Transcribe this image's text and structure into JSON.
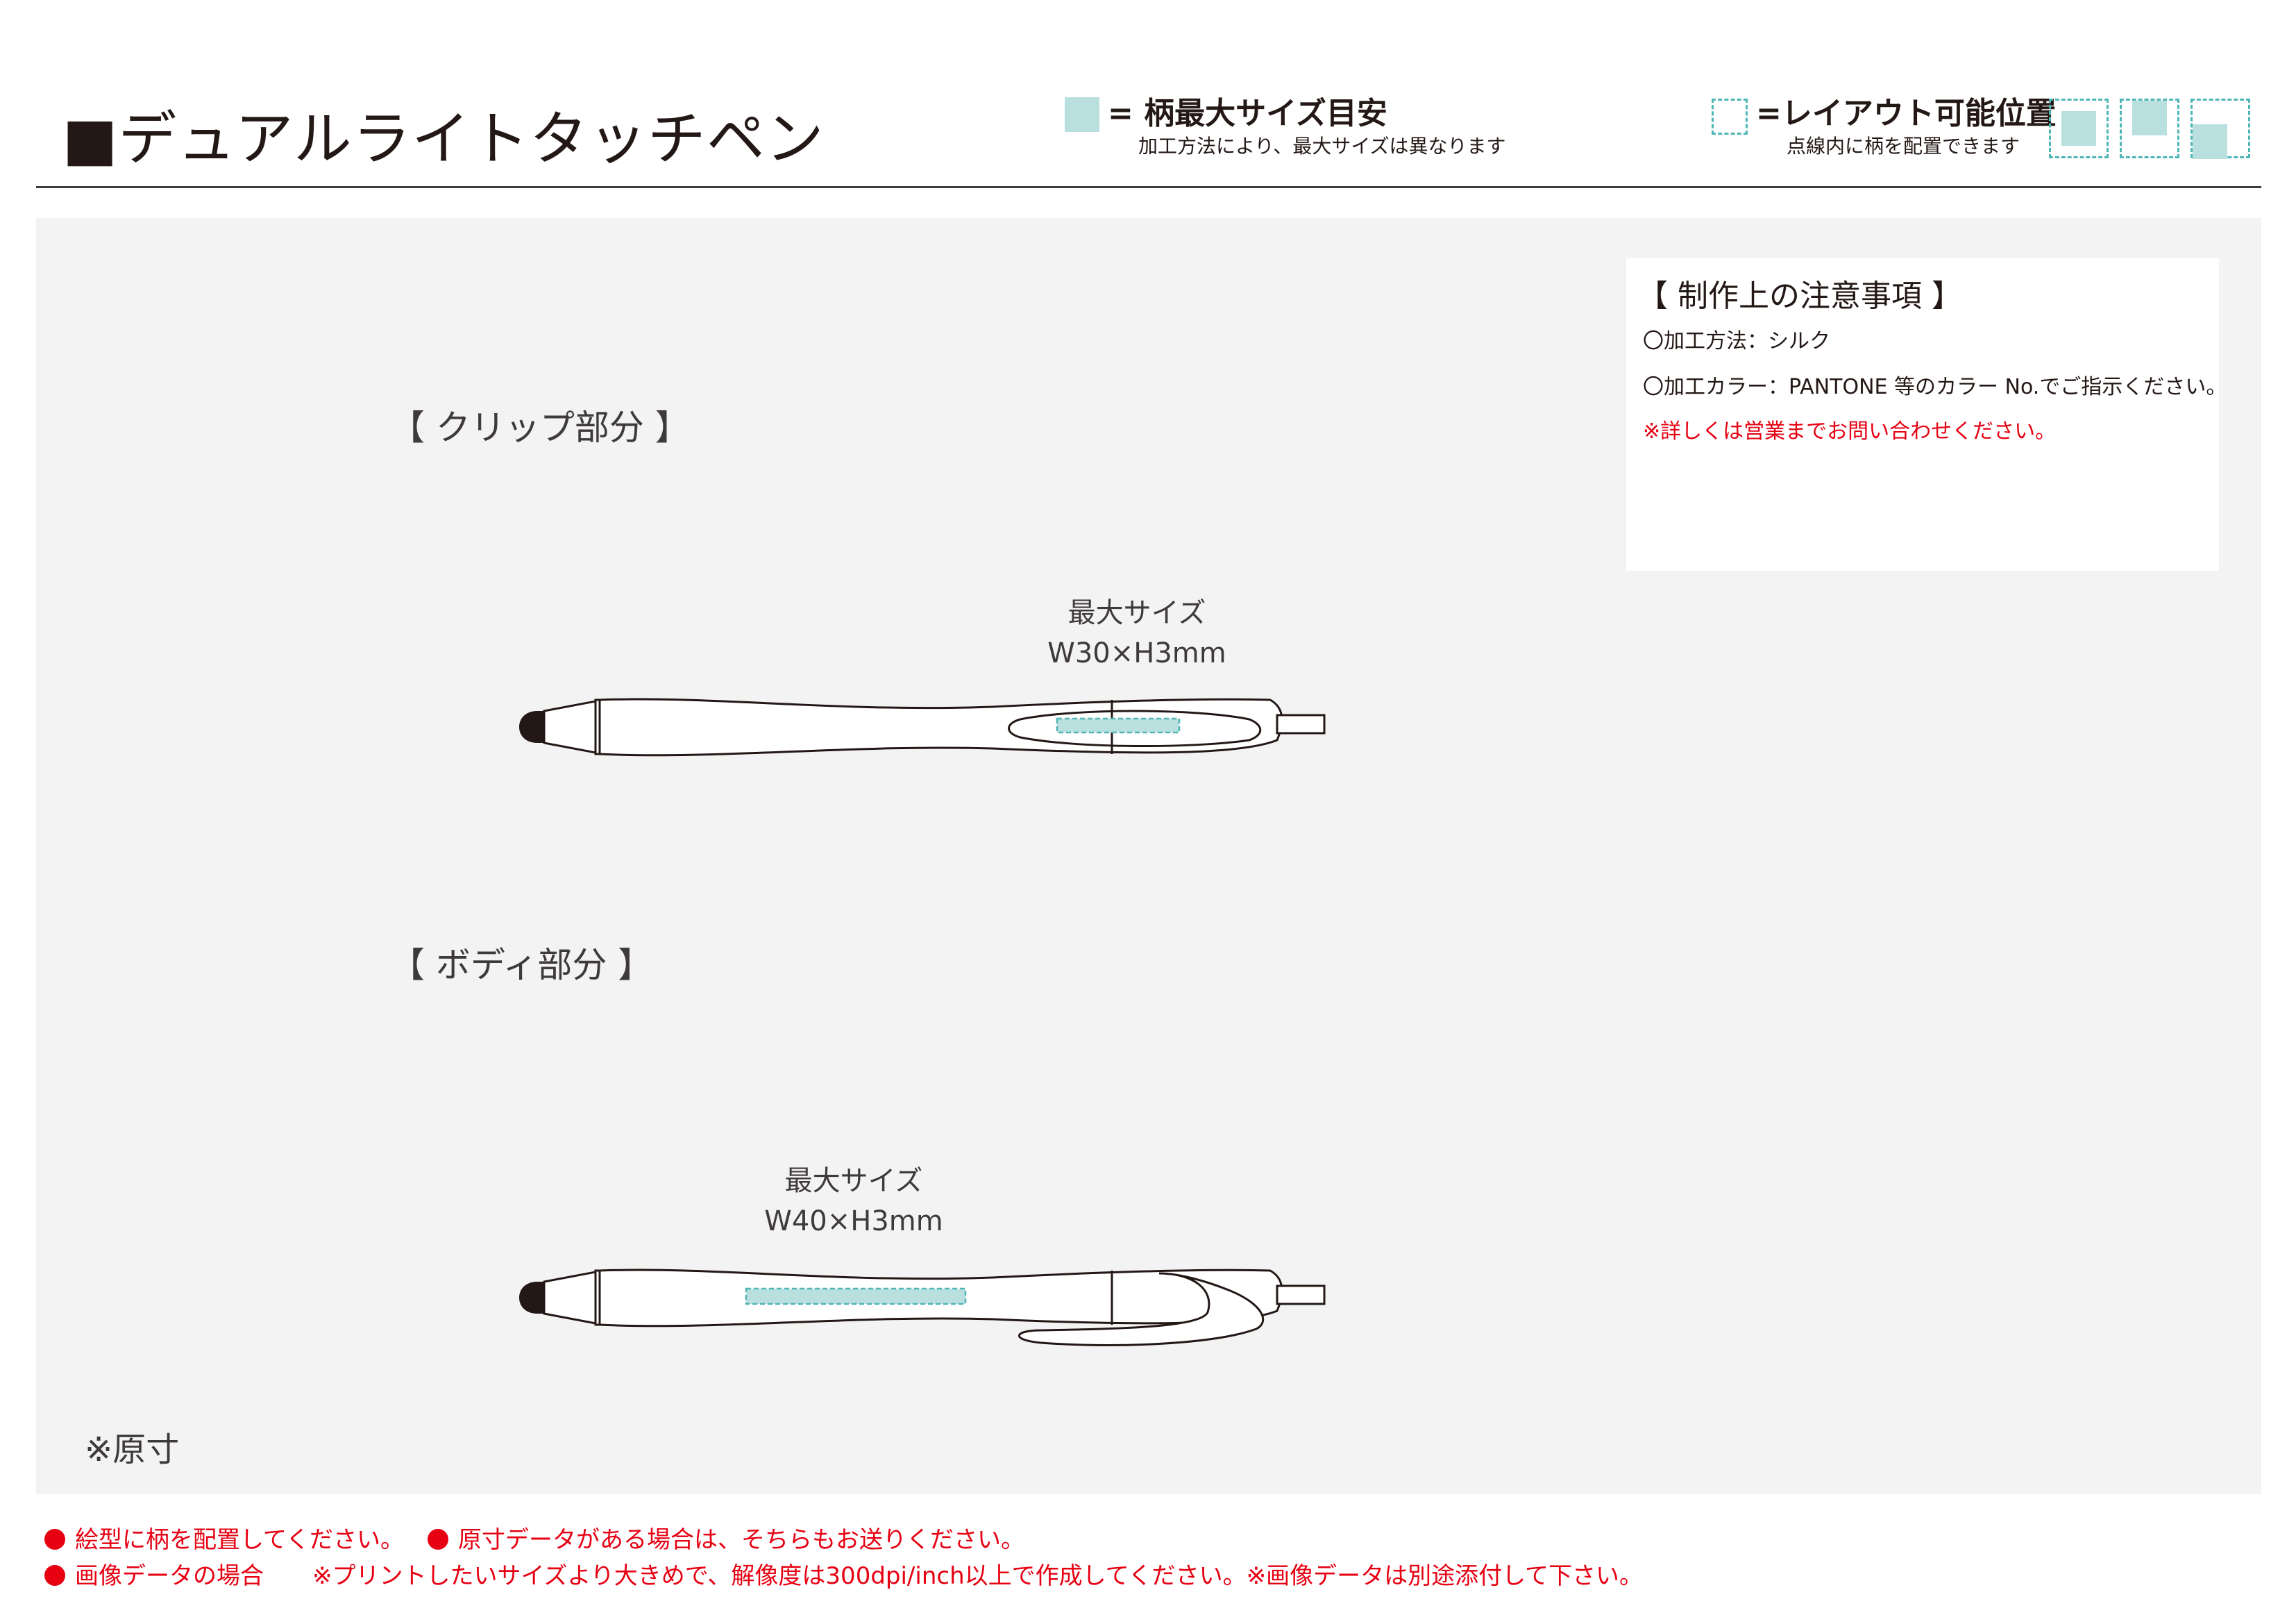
{
  "title": "■デュアルライトタッチペン",
  "legend": {
    "size_mark": "= 柄最大サイズ目安",
    "size_note": "加工方法により、最大サイズは異なります",
    "layout_mark": "=レイアウト可能位置",
    "layout_note": "点線内に柄を配置できます",
    "colors": {
      "print_area": "#b9e0df",
      "dashed_border": "#4fb5b5"
    }
  },
  "notes": {
    "title": "【 制作上の注意事項 】",
    "method": "〇加工方法：シルク",
    "color": "〇加工カラー：PANTONE 等のカラー No.でご指示ください。",
    "warning": "※詳しくは営業までお問い合わせください。"
  },
  "sections": {
    "clip": {
      "label": "【 クリップ部分 】",
      "size_title": "最大サイズ",
      "size_value": "W30×H3mm"
    },
    "body": {
      "label": "【 ボディ部分 】",
      "size_title": "最大サイズ",
      "size_value": "W40×H3mm"
    }
  },
  "scale_note": "※原寸",
  "footer": {
    "line1_a": "絵型に柄を配置してください。",
    "line1_b": "原寸データがある場合は、そちらもお送りください。",
    "line2_a": "画像データの場合",
    "line2_b": "※プリントしたいサイズより大きめで、解像度は300dpi/inch以上で作成してください。※画像データは別途添付して下さい。"
  }
}
